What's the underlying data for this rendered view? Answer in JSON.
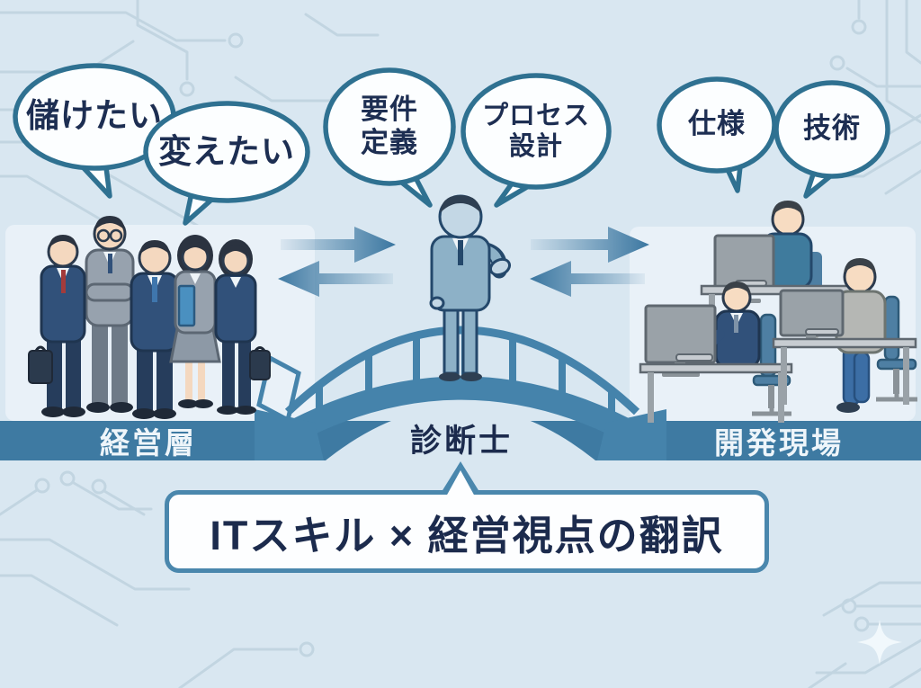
{
  "bubbles": {
    "profit": "儲けたい",
    "change": "変えたい",
    "requirements": "要件\n定義",
    "process": "プロセス\n設計",
    "spec": "仕様",
    "tech": "技術"
  },
  "labels": {
    "management": "経営層",
    "consultant": "診断士",
    "development": "開発現場"
  },
  "banner": {
    "text": "ITスキル × 経営視点の翻訳"
  },
  "colors": {
    "background": "#d9e7f1",
    "circuit_trace": "#b6ccda",
    "bubble_border": "#2f7191",
    "bubble_fill": "#fcfeff",
    "text_navy": "#1d2e52",
    "band_blue": "#3e7aa2",
    "band_text": "#eef5fa",
    "bridge_blue": "#4583ab",
    "arrow_blue": "#3a76a0",
    "banner_border": "#4a87ad"
  }
}
